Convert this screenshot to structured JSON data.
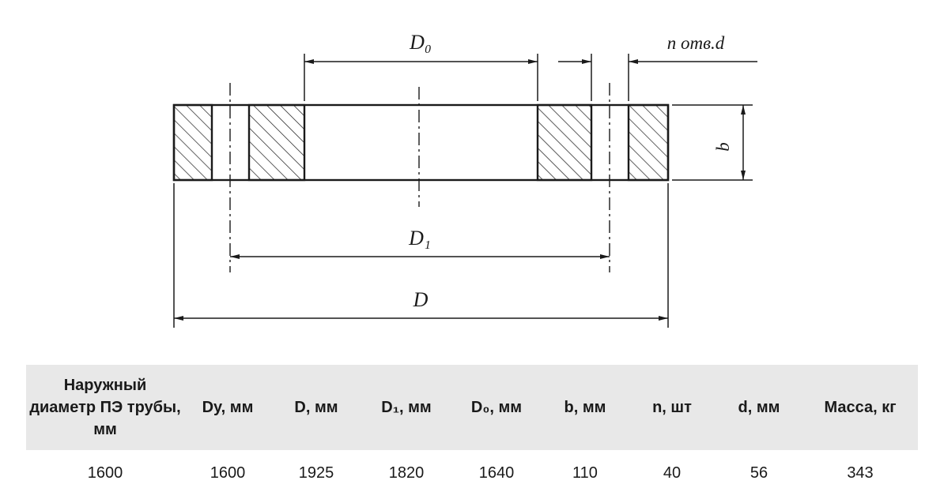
{
  "drawing": {
    "dim_labels": {
      "d0": "D₀",
      "holes": "n отв.d",
      "b": "b",
      "d1": "D₁",
      "d": "D"
    }
  },
  "table": {
    "headers": [
      "Наружный диаметр ПЭ трубы, мм",
      "Dy, мм",
      "D, мм",
      "D₁, мм",
      "D₀, мм",
      "b, мм",
      "n, шт",
      "d, мм",
      "Масса, кг"
    ],
    "row": [
      "1600",
      "1600",
      "1925",
      "1820",
      "1640",
      "110",
      "40",
      "56",
      "343"
    ]
  }
}
